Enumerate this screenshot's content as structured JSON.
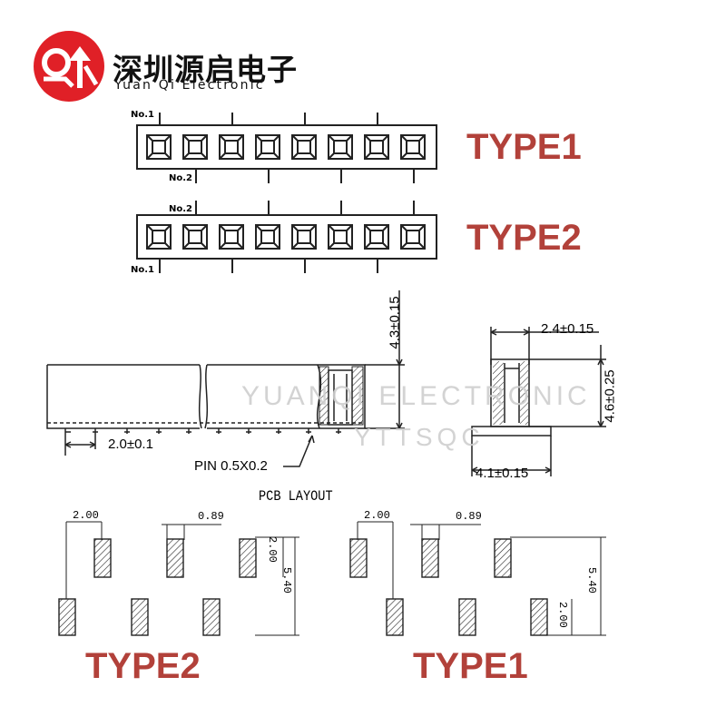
{
  "brand": {
    "name_cn": "深圳源启电子",
    "name_en": "Yuan Qi Electronic",
    "logo_color": "#e02027"
  },
  "types": {
    "type1": "TYPE1",
    "type2": "TYPE2"
  },
  "pins": {
    "no1": "No.1",
    "no2": "No.2"
  },
  "dimensions": {
    "height": "4.3±0.15",
    "pitch": "2.0±0.1",
    "pin": "PIN 0.5X0.2",
    "width_top": "2.4±0.15",
    "side_height": "4.6±0.25",
    "foot_width": "4.1±0.15"
  },
  "watermark": {
    "line1": "YUANQI ELECTRONIC",
    "line2": "YTTSQC"
  },
  "pcb": {
    "title": "PCB LAYOUT",
    "pitch": "2.00",
    "pad_width": "0.89",
    "pad_length": "2.00",
    "row_span": "5.40"
  },
  "colors": {
    "accent": "#b2413a",
    "line": "#222222"
  }
}
